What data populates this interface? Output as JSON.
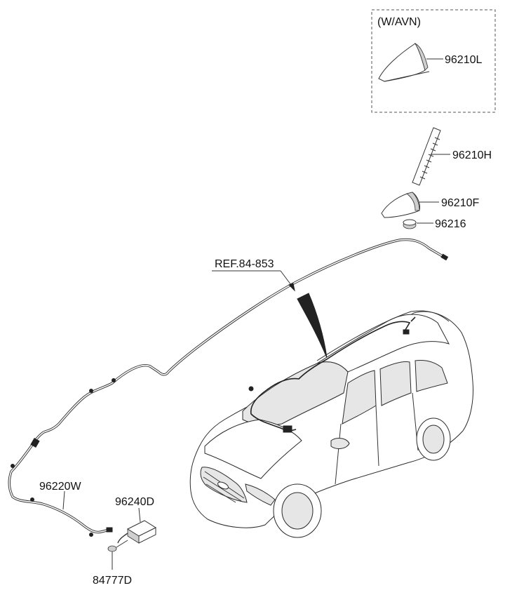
{
  "box_title": "(W/AVN)",
  "ref_label": "REF.84-853",
  "parts": [
    {
      "id": "96210L",
      "label": "96210L"
    },
    {
      "id": "96210H",
      "label": "96210H"
    },
    {
      "id": "96210F",
      "label": "96210F"
    },
    {
      "id": "96216",
      "label": "96216"
    },
    {
      "id": "96220W",
      "label": "96220W"
    },
    {
      "id": "96240D",
      "label": "96240D"
    },
    {
      "id": "84777D",
      "label": "84777D"
    }
  ]
}
